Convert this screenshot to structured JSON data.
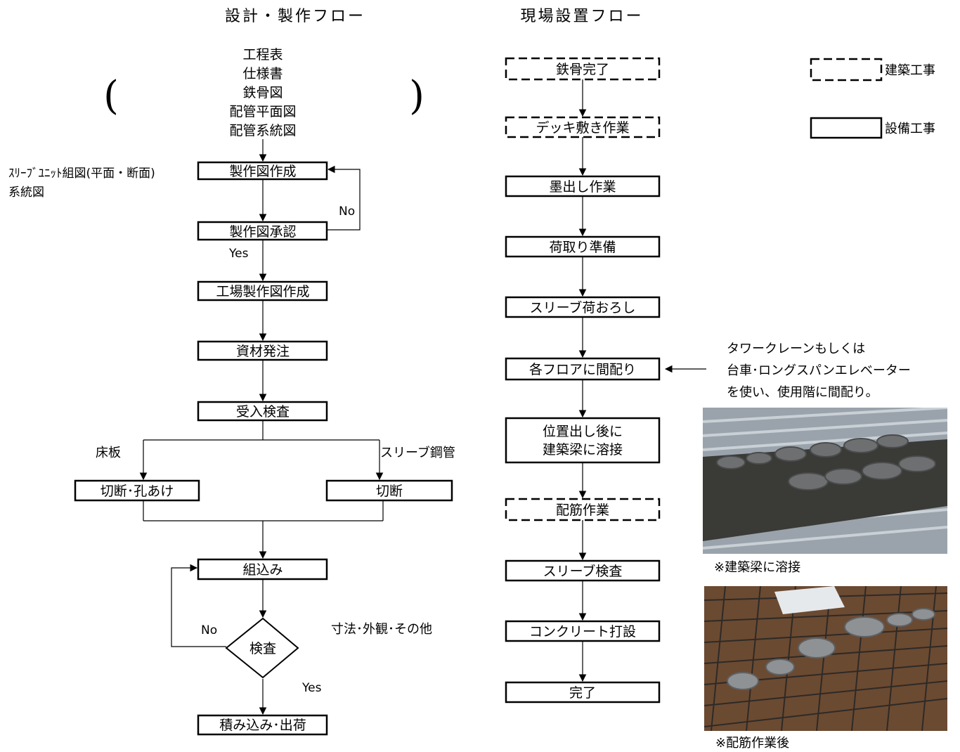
{
  "design_flow": {
    "title": "設計・製作フロー",
    "inputs": [
      "工程表",
      "仕様書",
      "鉄骨図",
      "配管平面図",
      "配管系統図"
    ],
    "paren_open": "(",
    "paren_close": ")",
    "side_note_line1": "ｽﾘｰﾌﾞﾕﾆｯﾄ組図(平面・断面)",
    "side_note_line2": "系統図",
    "steps": {
      "drawing_create": "製作図作成",
      "drawing_approve": "製作図承認",
      "factory_drawing": "工場製作図作成",
      "material_order": "資材発注",
      "receiving_inspection": "受入検査",
      "cut_drill": "切断･孔あけ",
      "cut": "切断",
      "assembly": "組込み",
      "inspection": "検査",
      "load_ship": "積み込み･出荷"
    },
    "branch_left": "床板",
    "branch_right": "スリーブ鋼管",
    "no_label_1": "No",
    "yes_label_1": "Yes",
    "no_label_2": "No",
    "yes_label_2": "Yes",
    "inspection_note": "寸法･外観･その他"
  },
  "site_flow": {
    "title": "現場設置フロー",
    "steps": {
      "steel_complete": "鉄骨完了",
      "deck": "デッキ敷き作業",
      "marking": "墨出し作業",
      "unload_prep": "荷取り準備",
      "sleeve_unload": "スリーブ荷おろし",
      "distribute": "各フロアに間配り",
      "weld_line1": "位置出し後に",
      "weld_line2": "建築梁に溶接",
      "rebar": "配筋作業",
      "sleeve_inspection": "スリーブ検査",
      "concrete": "コンクリート打設",
      "complete": "完了"
    },
    "crane_note": [
      "タワークレーンもしくは",
      "台車･ロングスパンエレベーター",
      "を使い、使用階に間配り。"
    ]
  },
  "legend": {
    "architecture": "建築工事",
    "equipment": "設備工事"
  },
  "photos": {
    "photo1_caption": "※建築梁に溶接",
    "photo2_caption": "※配筋作業後"
  }
}
